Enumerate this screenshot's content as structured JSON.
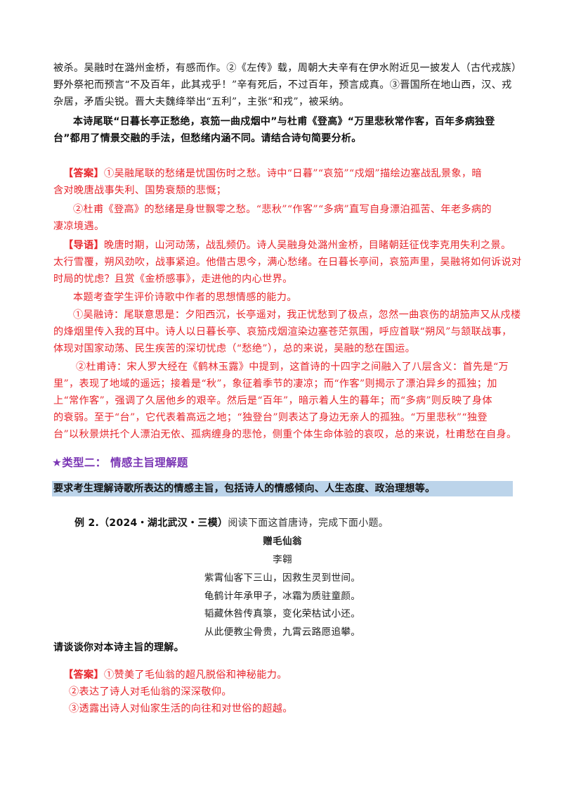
{
  "background_note": {
    "lines": [
      "被杀。吴融时在潞州金桥，有感而作。②《左传》载，周朝大夫辛有在伊水附近见一披发人（古代戎族）",
      "野外祭祀而预言“不及百年，此其戎乎！”辛有死后，不过百年，预言成真。③晋国所在地山西，汉、戎",
      "杂居，矛盾尖锐。晋大夫魏绛举出“五利”，主张“和戎”，被采纳。"
    ]
  },
  "question1": {
    "lines": [
      "本诗尾联“日暮长亭正愁绝，哀笳一曲戍烟中”与杜甫《登高》“万里悲秋常作客，百年多病独登",
      "台”都用了情景交融的手法，但愁绪内涵不同。请结合诗句简要分析。"
    ]
  },
  "answer1": {
    "label": "【答案】",
    "lines": [
      "①吴融尾联的愁绪是忧国伤时之愁。诗中“日暮”“哀笳”“戍烟”描绘边塞战乱景象，暗",
      "含对晚唐战事失利、国势衰颓的悲慨；",
      "②杜甫《登高》的愁绪是身世飘零之愁。“悲秋”“作客”“多病”直写自身漂泊孤苦、年老多病的",
      "凄凉境遇。"
    ]
  },
  "guide1": {
    "label": "【导语】",
    "lines": [
      "晚唐时期，山河动荡，战乱频仍。诗人吴融身处潞州金桥，目睹朝廷征伐李克用失利之景。",
      "太行雪覆，朔风劲吹，战事紧迫。他借古思今，满心愁绪。在日暮长亭间，哀笳声里，吴融将如何诉说对",
      "时局的忧虑？且赏《金桥感事》，走进他的内心世界。"
    ]
  },
  "analysis1": {
    "lines": [
      "本题考查学生评价诗歌中作者的思想情感的能力。",
      "①吴融诗：尾联意思是：夕阳西沉，长亭遥对，我正忧愁到了极点，忽然一曲哀伤的胡笳声又从戍楼",
      "的烽烟里传入我的耳中。诗人以日暮长亭、哀笳戍烟渲染边塞苍茫氛围，呼应首联“朔风”与颔联战事，",
      "体现对国家动荡、民生疾苦的深切忧虑（“愁绝”），总的来说，吴融的愁在国运。",
      "②杜甫诗：宋人罗大经在《鹤林玉露》中提到，这首诗的十四字之间融入了八层含义：首先是“万",
      "里”，表现了地域的遥远；接着是“秋”，象征着季节的凄凉；而“作客”则揭示了漂泊异乡的孤独；加",
      "上“常作客”，强调了久居他乡的艰辛。然后是“百年”，暗示着人生的暮年；而“多病”则反映了身体",
      "的衰弱。至于“台”，它代表着高远之地；“独登台”则表达了身边无亲人的孤独。“万里悲秋”“独登",
      "台”以秋景烘托个人漂泊无依、孤病缠身的悲怆，侧重个体生命体验的哀叹，总的来说，杜甫愁在自身。"
    ]
  },
  "section2": {
    "star": "★",
    "title": "类型二：  情感主旨理解题",
    "requirement": "要求考生理解诗歌所表达的情感主旨，包括诗人的情感倾向、人生态度、政治理想等。"
  },
  "example2": {
    "label": "例 2.（2024・湖北武汉・三模）",
    "instruction": "阅读下面这首唐诗，完成下面小题。",
    "poem_title": "赠毛仙翁",
    "poem_author": "李翱",
    "poem_lines": [
      "紫霄仙客下三山，因救生灵到世间。",
      "龟鹤计年承甲子，冰霜为质驻童颜。",
      "韬藏休咎传真箓，变化荣枯试小还。",
      "从此便教尘骨贵，九霄云路愿追攀。"
    ],
    "question": "请谈谈你对本诗主旨的理解。"
  },
  "answer2": {
    "label": "【答案】",
    "lines": [
      "①赞美了毛仙翁的超凡脱俗和神秘能力。",
      "②表达了诗人对毛仙翁的深深敬仰。",
      "③透露出诗人对仙家生活的向往和对世俗的超越。"
    ]
  },
  "colors": {
    "answer_red": "#e8272d",
    "section_purple": "#7a35b4",
    "requirement_highlight": "#bcd4ea"
  }
}
